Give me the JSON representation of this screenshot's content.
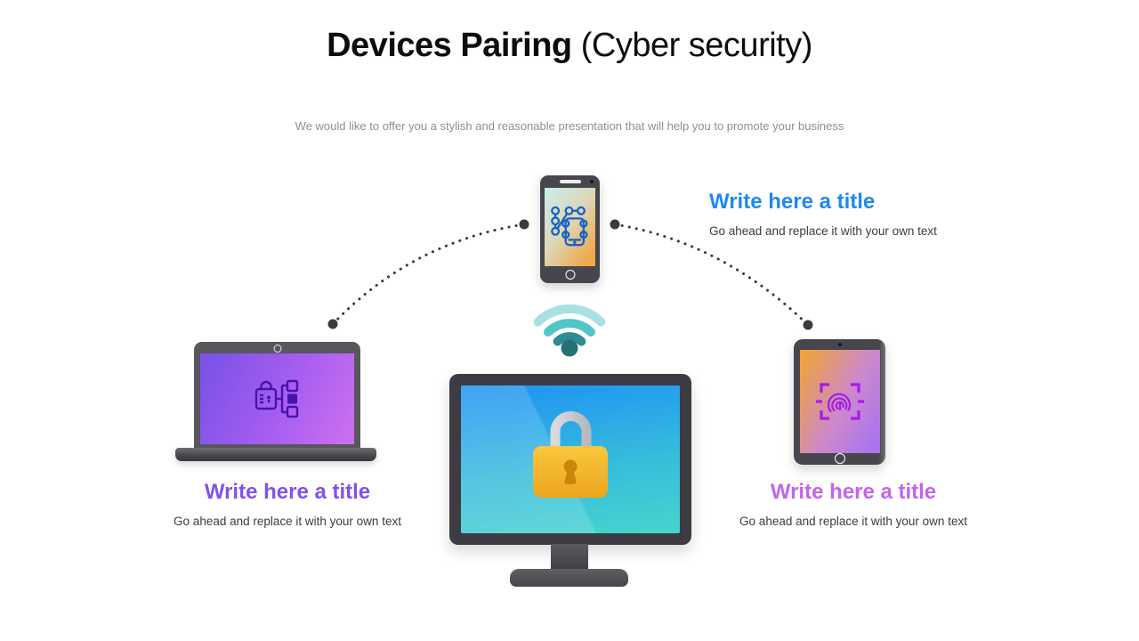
{
  "header": {
    "title_bold": "Devices Pairing",
    "title_rest": "(Cyber security)",
    "subtitle": "We would like to offer you a stylish and reasonable presentation that will help you to promote your business"
  },
  "callouts": {
    "top": {
      "title": "Write here a title",
      "body": "Go ahead and replace it with your own text"
    },
    "left": {
      "title": "Write here a title",
      "body": "Go ahead and replace it with your own text"
    },
    "right": {
      "title": "Write here a title",
      "body": "Go ahead and replace it with your own text"
    }
  },
  "icons": {
    "wifi": "wifi-signal-icon",
    "phone_screen": "pattern-lock-icon",
    "laptop_screen": "lock-network-icon",
    "tablet_screen": "fingerprint-scan-icon",
    "monitor_screen": "padlock-icon"
  },
  "colors": {
    "top_callout_title": "#1e88f5",
    "left_callout_title": "#8251e8",
    "right_callout_title": "#c364ea",
    "monitor_screen_top": "#2095f2",
    "monitor_screen_bottom": "#47d4cd",
    "padlock_body": "#f2b32b",
    "padlock_shackle": "#c9cbcf",
    "wifi_outer": "#a9e0e3",
    "wifi_middle": "#52c5ca",
    "wifi_inner": "#2e8c94",
    "wifi_dot": "#256f77",
    "connector_dots": "#3b3b3b",
    "phone_icon": "#1563c8",
    "laptop_icon": "#4713ad",
    "tablet_icon": "#a21ee8"
  }
}
